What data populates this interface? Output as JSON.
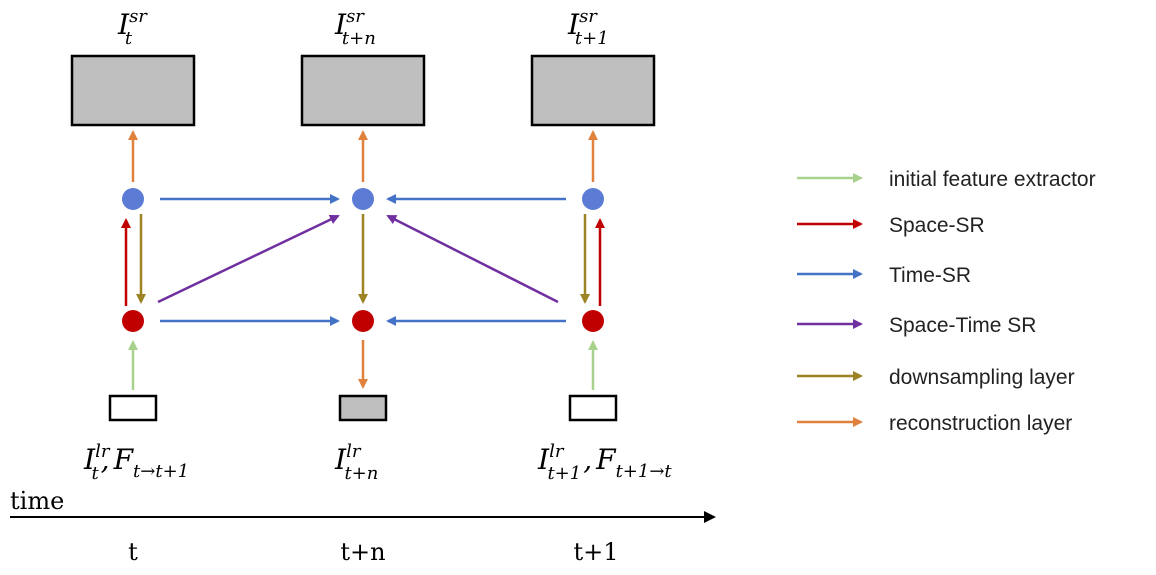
{
  "top_labels": {
    "t": {
      "base": "I",
      "sup": "sr",
      "sub": "t"
    },
    "tn": {
      "base": "I",
      "sup": "sr",
      "sub": "t+n"
    },
    "t1": {
      "base": "I",
      "sup": "sr",
      "sub": "t+1"
    }
  },
  "bottom_labels": {
    "t": {
      "base": "I",
      "sup": "lr",
      "sub": "t",
      "sep": ",",
      "base2": "F",
      "sub2": "t→t+1"
    },
    "tn": {
      "base": "I",
      "sup": "lr",
      "sub": "t+n"
    },
    "t1": {
      "base": "I",
      "sup": "lr",
      "sub": "t+1",
      "sep": ",",
      "base2": "F",
      "sub2": "t+1→t"
    }
  },
  "time_axis": {
    "label": "time",
    "ticks": [
      "t",
      "t+n",
      "t+1"
    ]
  },
  "legend": [
    {
      "label": "initial feature extractor",
      "color": "#a9d18e"
    },
    {
      "label": "Space-SR",
      "color": "#c00000"
    },
    {
      "label": "Time-SR",
      "color": "#4472c4"
    },
    {
      "label": "Space-Time SR",
      "color": "#7030a0"
    },
    {
      "label": "downsampling layer",
      "color": "#9c8323"
    },
    {
      "label": "reconstruction layer",
      "color": "#e0823d"
    }
  ],
  "colors": {
    "hr_node": "#5b7bd5",
    "lr_node": "#c00000",
    "box_fill": "#bfbfbf",
    "init": "#a9d18e",
    "space": "#c00000",
    "time": "#4472c4",
    "spacetime": "#7030a0",
    "down": "#9c8323",
    "recon": "#e0823d"
  }
}
